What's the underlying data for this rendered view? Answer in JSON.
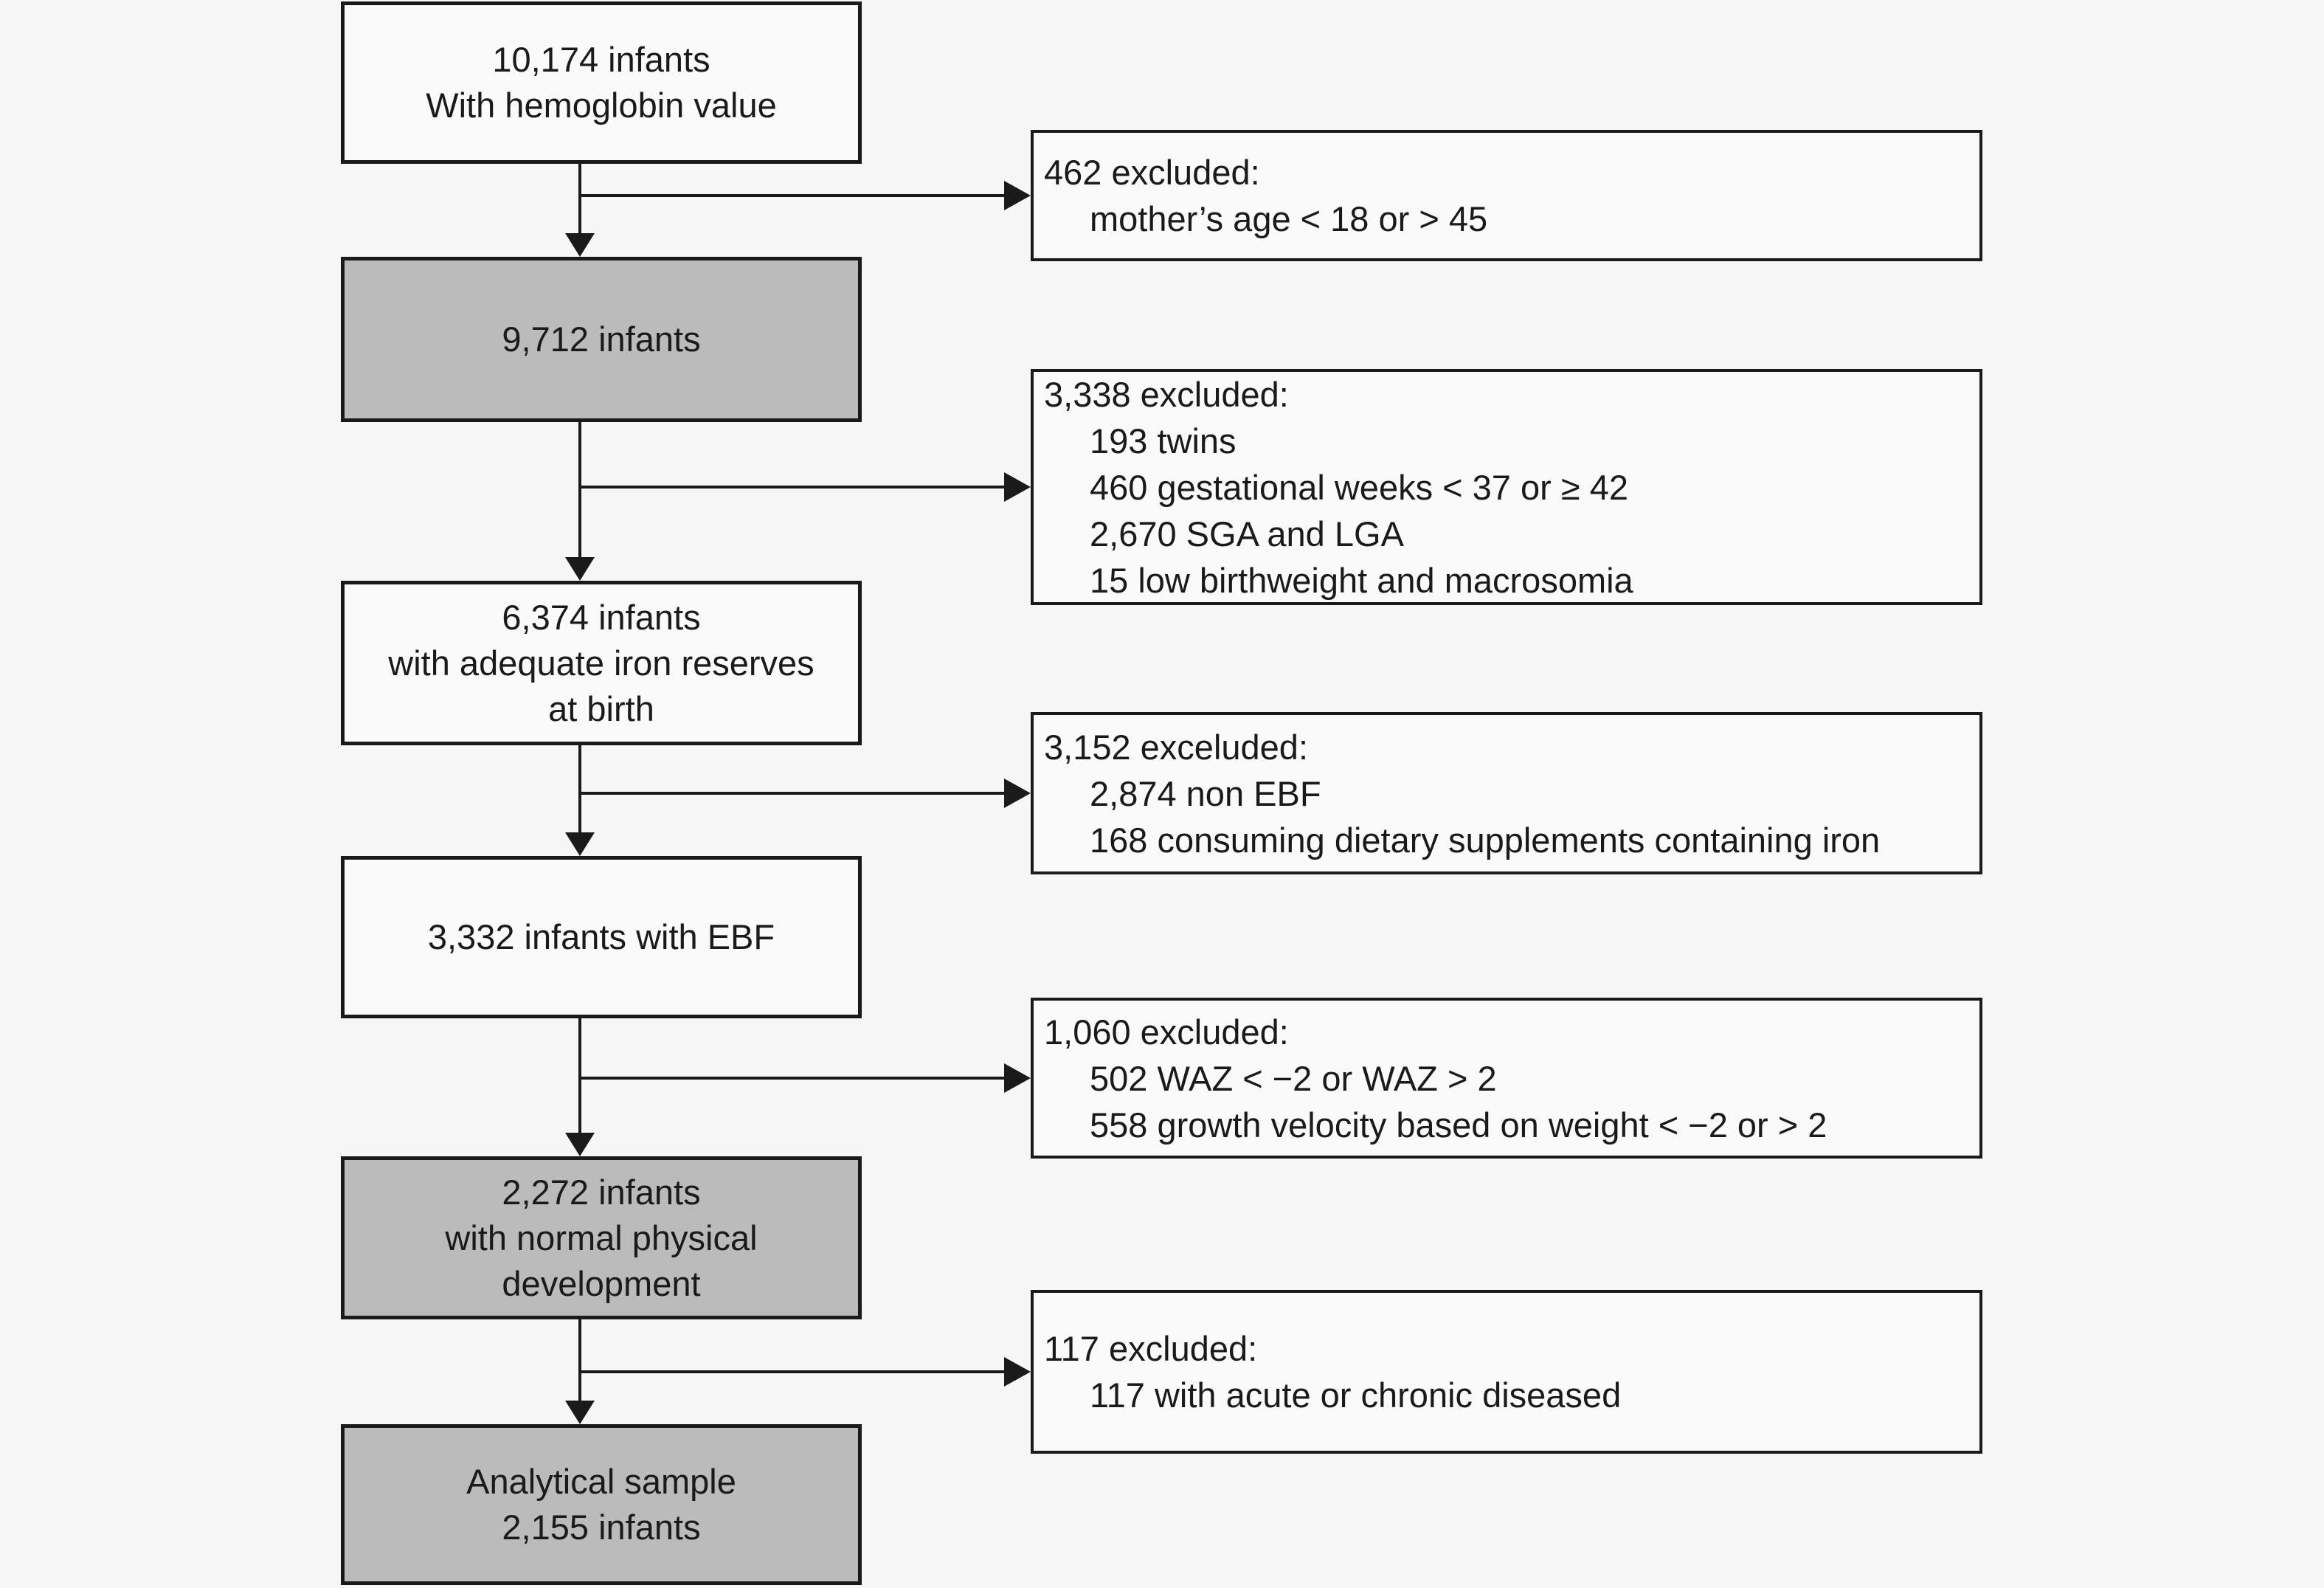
{
  "diagram": {
    "type": "participant-flowchart",
    "colors": {
      "background": "#f7f7f7",
      "box_white": "#fafafa",
      "box_gray": "#bbbbbb",
      "border": "#1a1a1a",
      "text": "#1a1a1a"
    },
    "nodes": [
      {
        "id": "hemoglobin-sample",
        "fill": "white",
        "lines": [
          "10,174 infants",
          "With hemoglobin value"
        ]
      },
      {
        "id": "after-mother-age",
        "fill": "gray",
        "lines": [
          "9,712 infants"
        ]
      },
      {
        "id": "iron-reserves",
        "fill": "white",
        "lines": [
          "6,374 infants",
          "with adequate iron reserves",
          "at birth"
        ]
      },
      {
        "id": "ebf",
        "fill": "white",
        "lines": [
          "3,332 infants with EBF"
        ]
      },
      {
        "id": "normal-development",
        "fill": "gray",
        "lines": [
          "2,272 infants",
          "with normal physical",
          "development"
        ]
      },
      {
        "id": "analytical-sample",
        "fill": "gray",
        "lines": [
          "Analytical sample",
          "2,155 infants"
        ]
      }
    ],
    "exclusions": [
      {
        "id": "excl-mother-age",
        "header": "462 excluded:",
        "items": [
          "mother’s age < 18 or > 45"
        ]
      },
      {
        "id": "excl-birth-criteria",
        "header": "3,338 excluded:",
        "items": [
          "193 twins",
          "460 gestational weeks < 37 or ≥ 42",
          "2,670 SGA and LGA",
          "15 low birthweight and macrosomia"
        ]
      },
      {
        "id": "excl-feeding",
        "header": "3,152 exceluded:",
        "items": [
          "2,874 non EBF",
          "168 consuming dietary supplements containing iron"
        ]
      },
      {
        "id": "excl-growth",
        "header": "1,060 excluded:",
        "items": [
          "502 WAZ < −2 or WAZ > 2",
          "558 growth velocity based on weight < −2 or > 2"
        ]
      },
      {
        "id": "excl-disease",
        "header": "117 excluded:",
        "items": [
          "117 with acute or chronic diseased"
        ]
      }
    ]
  }
}
